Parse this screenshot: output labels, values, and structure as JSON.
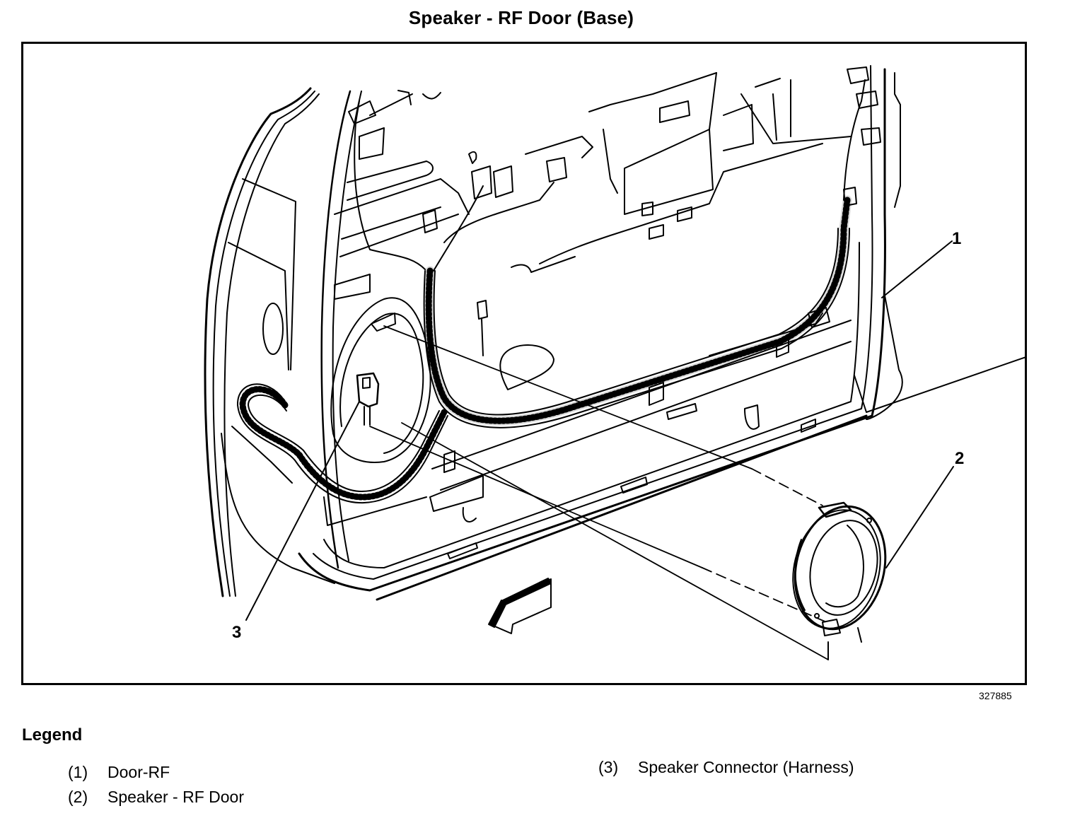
{
  "title": "Speaker - RF Door (Base)",
  "figure_id": "327885",
  "diagram": {
    "subject": "Right front door inner panel with wiring harness and speaker",
    "callouts": [
      {
        "number": "1",
        "target": "Door-RF"
      },
      {
        "number": "2",
        "target": "Speaker - RF Door"
      },
      {
        "number": "3",
        "target": "Speaker Connector (Harness)"
      }
    ],
    "direction_arrow": "front-of-vehicle-arrow"
  },
  "legend": {
    "title": "Legend",
    "items": [
      {
        "num": "(1)",
        "label": "Door-RF"
      },
      {
        "num": "(2)",
        "label": "Speaker - RF Door"
      },
      {
        "num": "(3)",
        "label": "Speaker Connector (Harness)"
      }
    ]
  },
  "colors": {
    "ink": "#000000",
    "paper": "#ffffff"
  }
}
